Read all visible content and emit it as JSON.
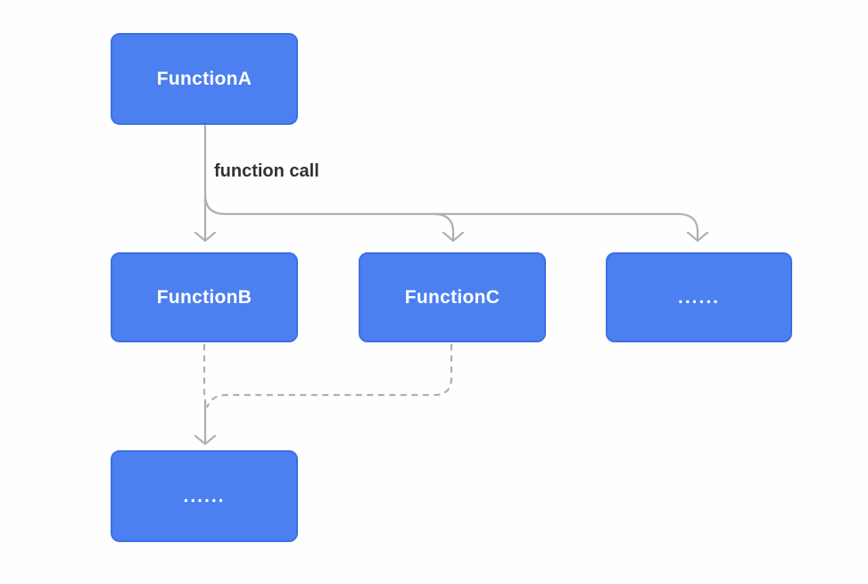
{
  "diagram": {
    "nodes": [
      {
        "id": "function-a",
        "label": "FunctionA"
      },
      {
        "id": "function-b",
        "label": "FunctionB"
      },
      {
        "id": "function-c",
        "label": "FunctionC"
      },
      {
        "id": "ellipsis-right",
        "label": "......"
      },
      {
        "id": "ellipsis-bottom",
        "label": "......"
      }
    ],
    "edge_label": "function call",
    "edges": [
      {
        "from": "FunctionA",
        "to": "FunctionB",
        "style": "solid",
        "label": "function call"
      },
      {
        "from": "FunctionA",
        "to": "FunctionC",
        "style": "solid"
      },
      {
        "from": "FunctionA",
        "to": "ellipsis-right",
        "style": "solid"
      },
      {
        "from": "FunctionB",
        "to": "ellipsis-bottom",
        "style": "dashed"
      },
      {
        "from": "FunctionC",
        "to": "ellipsis-bottom",
        "style": "dashed"
      }
    ]
  },
  "colors": {
    "node-fill": "#4C80F0",
    "node-border": "#3D6FE3",
    "node-text": "#FFFFFF",
    "connector": "#ADB0B5",
    "edge-label-text": "#2F3338",
    "background": "#FEFEFE"
  }
}
